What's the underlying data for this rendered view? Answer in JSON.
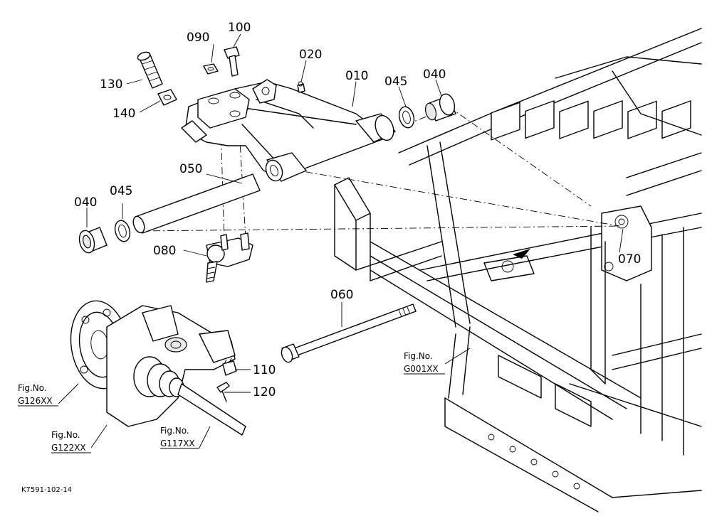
{
  "diagram": {
    "drawing_code": "K7591-102-14",
    "parts": [
      {
        "id": "p010",
        "number": "010"
      },
      {
        "id": "p020",
        "number": "020"
      },
      {
        "id": "p040a",
        "number": "040"
      },
      {
        "id": "p040b",
        "number": "040"
      },
      {
        "id": "p045a",
        "number": "045"
      },
      {
        "id": "p045b",
        "number": "045"
      },
      {
        "id": "p050",
        "number": "050"
      },
      {
        "id": "p060",
        "number": "060"
      },
      {
        "id": "p070",
        "number": "070"
      },
      {
        "id": "p080",
        "number": "080"
      },
      {
        "id": "p090",
        "number": "090"
      },
      {
        "id": "p100",
        "number": "100"
      },
      {
        "id": "p110",
        "number": "110"
      },
      {
        "id": "p120",
        "number": "120"
      },
      {
        "id": "p130",
        "number": "130"
      },
      {
        "id": "p140",
        "number": "140"
      }
    ],
    "figure_refs": [
      {
        "id": "g126",
        "label": "Fig.No.",
        "code": "G126XX"
      },
      {
        "id": "g122",
        "label": "Fig.No.",
        "code": "G122XX"
      },
      {
        "id": "g117",
        "label": "Fig.No.",
        "code": "G117XX"
      },
      {
        "id": "g001",
        "label": "Fig.No.",
        "code": "G001XX"
      }
    ]
  }
}
